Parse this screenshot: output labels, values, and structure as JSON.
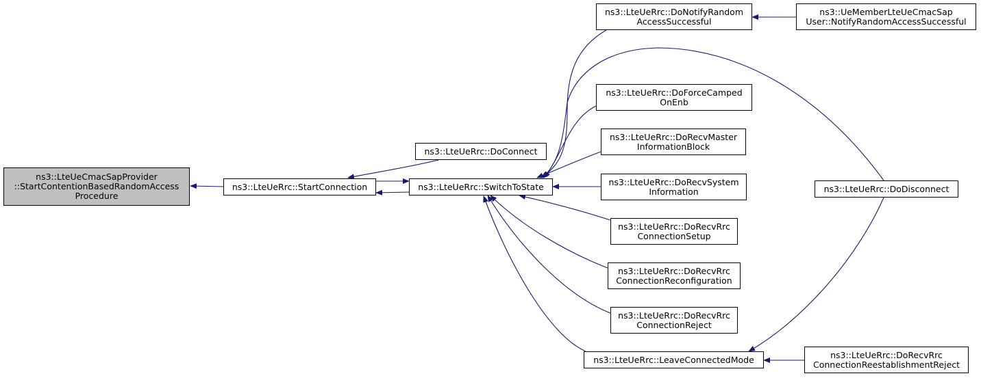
{
  "graph": {
    "root": {
      "line1": "ns3::LteUeCmacSapProvider",
      "line2": "::StartContentionBasedRandomAccess",
      "line3": "Procedure"
    },
    "start_connection": {
      "label": "ns3::LteUeRrc::StartConnection"
    },
    "do_connect": {
      "label": "ns3::LteUeRrc::DoConnect"
    },
    "switch_to_state": {
      "label": "ns3::LteUeRrc::SwitchToState"
    },
    "do_notify_random_access_successful": {
      "line1": "ns3::LteUeRrc::DoNotifyRandom",
      "line2": "AccessSuccessful"
    },
    "ue_member_notify_random_access_successful": {
      "line1": "ns3::UeMemberLteUeCmacSap",
      "line2": "User::NotifyRandomAccessSuccessful"
    },
    "do_force_camped_on_enb": {
      "line1": "ns3::LteUeRrc::DoForceCamped",
      "line2": "OnEnb"
    },
    "do_recv_master_information_block": {
      "line1": "ns3::LteUeRrc::DoRecvMaster",
      "line2": "InformationBlock"
    },
    "do_recv_system_information": {
      "line1": "ns3::LteUeRrc::DoRecvSystem",
      "line2": "Information"
    },
    "do_recv_rrc_connection_setup": {
      "line1": "ns3::LteUeRrc::DoRecvRrc",
      "line2": "ConnectionSetup"
    },
    "do_recv_rrc_connection_reconfiguration": {
      "line1": "ns3::LteUeRrc::DoRecvRrc",
      "line2": "ConnectionReconfiguration"
    },
    "do_recv_rrc_connection_reject": {
      "line1": "ns3::LteUeRrc::DoRecvRrc",
      "line2": "ConnectionReject"
    },
    "leave_connected_mode": {
      "label": "ns3::LteUeRrc::LeaveConnectedMode"
    },
    "do_recv_rrc_connection_reestablishment_reject": {
      "line1": "ns3::LteUeRrc::DoRecvRrc",
      "line2": "ConnectionReestablishmentReject"
    },
    "do_disconnect": {
      "label": "ns3::LteUeRrc::DoDisconnect"
    }
  },
  "colors": {
    "edge": "#191970",
    "root_fill": "#bfbfbf",
    "node_fill": "#ffffff",
    "border": "#000000"
  }
}
